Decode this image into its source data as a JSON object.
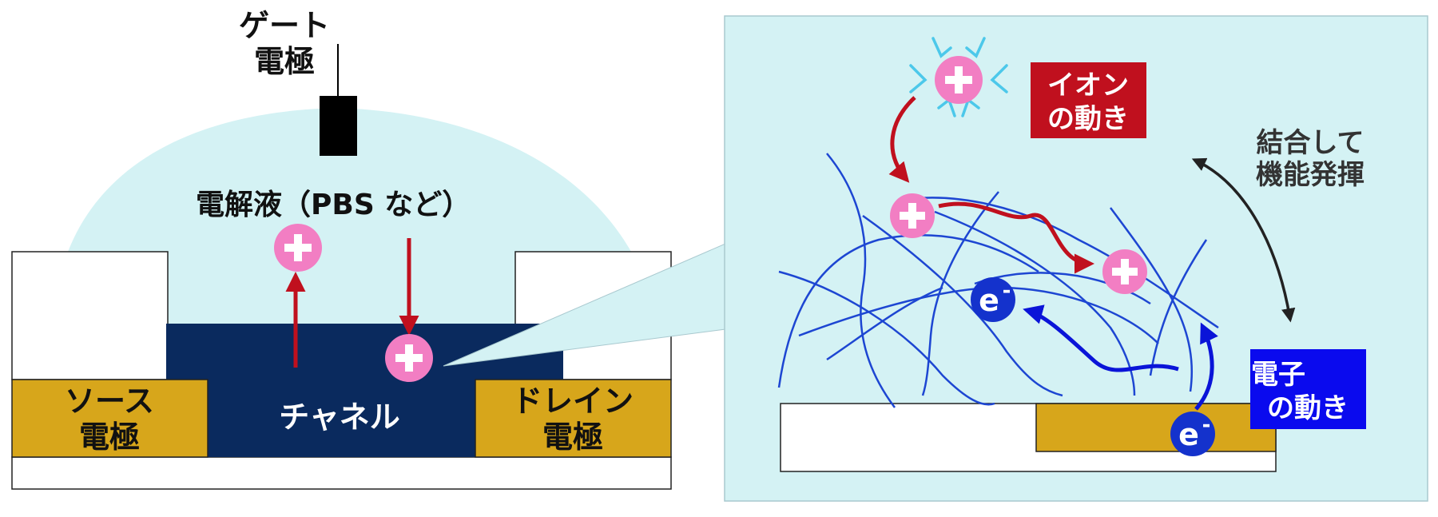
{
  "labels": {
    "gate_line1": "ゲート",
    "gate_line2": "電極",
    "electrolyte": "電解液（PBS など）",
    "source_line1": "ソース",
    "source_line2": "電極",
    "drain_line1": "ドレイン",
    "drain_line2": "電極",
    "channel": "チャネル",
    "ion_motion_line1": "イオン",
    "ion_motion_line2": "の動き",
    "binding_line1": "結合して",
    "binding_line2": "機能発揮",
    "electron_motion_line1": "電子",
    "electron_motion_line2": "の動き",
    "electron_symbol": "e",
    "electron_charge": "-",
    "ion_symbol": "+"
  },
  "colors": {
    "electrolyte": "#d4f2f4",
    "channel": "#0a2a5e",
    "electrode_gold": "#d7a61b",
    "ion_pink": "#f27ec3",
    "ion_arrow_red": "#c0101e",
    "electron_blue": "#1432cc",
    "electron_arrow_blue": "#0a14d8",
    "fiber_blue": "#1d46d2",
    "ion_label_bg": "#c0101e",
    "electron_label_bg": "#0a0aee",
    "water_shell": "#4cc8ea",
    "gate_black": "#000000"
  }
}
